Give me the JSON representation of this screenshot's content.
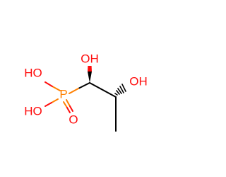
{
  "molecule": {
    "atoms": {
      "c1_oh": "OH",
      "c2_oh": "OH",
      "p_oh_top": "HO",
      "p_oh_bottom": "HO",
      "phosphorus": "P",
      "p_oxo": "O"
    },
    "colors": {
      "oxygen": "#ff0d0d",
      "phosphorus": "#ff8000",
      "carbon": "#000000",
      "background": "#ffffff"
    }
  }
}
